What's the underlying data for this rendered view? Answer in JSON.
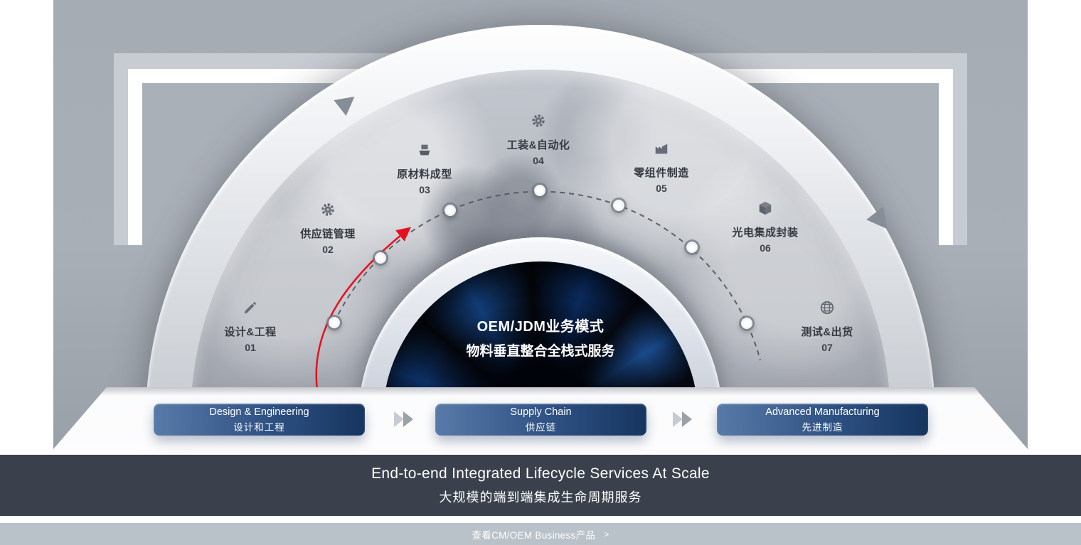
{
  "diagram": {
    "center_title": "OEM/JDM业务模式",
    "center_subtitle": "物料垂直整合全栈式服务",
    "stages": [
      {
        "label": "设计&工程",
        "number": "01",
        "icon": "design-pen-icon"
      },
      {
        "label": "供应链管理",
        "number": "02",
        "icon": "supply-gear-icon"
      },
      {
        "label": "原材料成型",
        "number": "03",
        "icon": "raw-material-icon"
      },
      {
        "label": "工装&自动化",
        "number": "04",
        "icon": "automation-gear-icon"
      },
      {
        "label": "零组件制造",
        "number": "05",
        "icon": "components-icon"
      },
      {
        "label": "光电集成封装",
        "number": "06",
        "icon": "package-cube-icon"
      },
      {
        "label": "测试&出货",
        "number": "07",
        "icon": "globe-icon"
      }
    ]
  },
  "process_buttons": [
    {
      "title_en": "Design & Engineering",
      "title_zh": "设计和工程"
    },
    {
      "title_en": "Supply Chain",
      "title_zh": "供应链"
    },
    {
      "title_en": "Advanced Manufacturing",
      "title_zh": "先进制造"
    }
  ],
  "banner": {
    "title_en": "End-to-end Integrated Lifecycle Services At Scale",
    "title_zh": "大规模的端到端集成生命周期服务"
  },
  "footer": {
    "link_label": "查看CM/OEM Business产品",
    "chevron": ">"
  },
  "colors": {
    "accent_red": "#e8101f",
    "button_gradient_start": "#587aa8",
    "button_gradient_end": "#16355f",
    "banner_bg": "#3a414c",
    "footer_bg": "#b9c2c8",
    "band_gray": "#a9afb7"
  }
}
